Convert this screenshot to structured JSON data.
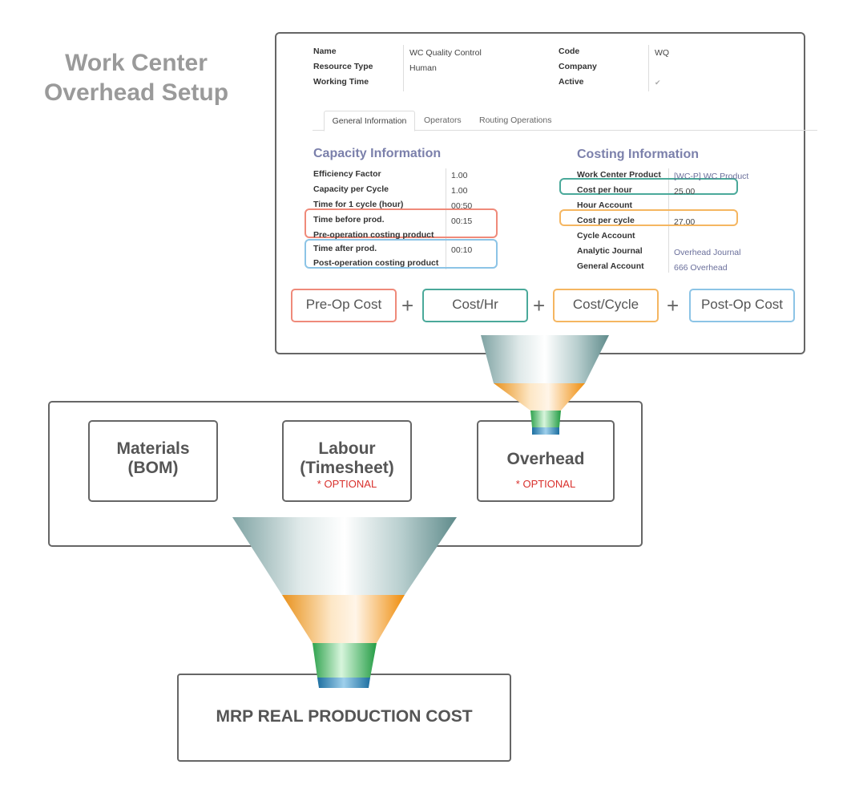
{
  "title": {
    "line1": "Work Center",
    "line2": "Overhead Setup"
  },
  "form": {
    "header_left": [
      {
        "label": "Name",
        "value": "WC Quality Control"
      },
      {
        "label": "Resource Type",
        "value": "Human"
      },
      {
        "label": "Working Time",
        "value": ""
      }
    ],
    "header_right": [
      {
        "label": "Code",
        "value": "WQ"
      },
      {
        "label": "Company",
        "value": ""
      },
      {
        "label": "Active",
        "value": "✔"
      }
    ],
    "tabs": [
      "General Information",
      "Operators",
      "Routing Operations"
    ],
    "capacity": {
      "heading": "Capacity Information",
      "rows": [
        {
          "label": "Efficiency Factor",
          "value": "1.00"
        },
        {
          "label": "Capacity per Cycle",
          "value": "1.00"
        },
        {
          "label": "Time for 1 cycle (hour)",
          "value": "00:50"
        },
        {
          "label": "Time before prod.",
          "value": "00:15"
        },
        {
          "label": "Pre-operation costing product",
          "value": ""
        },
        {
          "label": "Time after prod.",
          "value": "00:10"
        },
        {
          "label": "Post-operation costing product",
          "value": ""
        }
      ]
    },
    "costing": {
      "heading": "Costing Information",
      "rows": [
        {
          "label": "Work Center Product",
          "value": "[WC-P] WC Product"
        },
        {
          "label": "Cost per hour",
          "value": "25.00"
        },
        {
          "label": "Hour Account",
          "value": ""
        },
        {
          "label": "Cost per cycle",
          "value": "27.00"
        },
        {
          "label": "Cycle Account",
          "value": ""
        },
        {
          "label": "Analytic Journal",
          "value": "Overhead Journal"
        },
        {
          "label": "General Account",
          "value": "666 Overhead"
        }
      ]
    }
  },
  "cost_components": [
    {
      "label": "Pre-Op Cost",
      "color": "#ef8a7a"
    },
    {
      "label": "Cost/Hr",
      "color": "#4aa99a"
    },
    {
      "label": "Cost/Cycle",
      "color": "#f5b661"
    },
    {
      "label": "Post-Op Cost",
      "color": "#8cc4e6"
    }
  ],
  "plus": "+",
  "sources": [
    {
      "line1": "Materials",
      "line2": "(BOM)",
      "note": ""
    },
    {
      "line1": "Labour",
      "line2": "(Timesheet)",
      "note": "* OPTIONAL"
    },
    {
      "line1": "Overhead",
      "line2": "",
      "note": "* OPTIONAL"
    }
  ],
  "result": "MRP REAL PRODUCTION COST"
}
